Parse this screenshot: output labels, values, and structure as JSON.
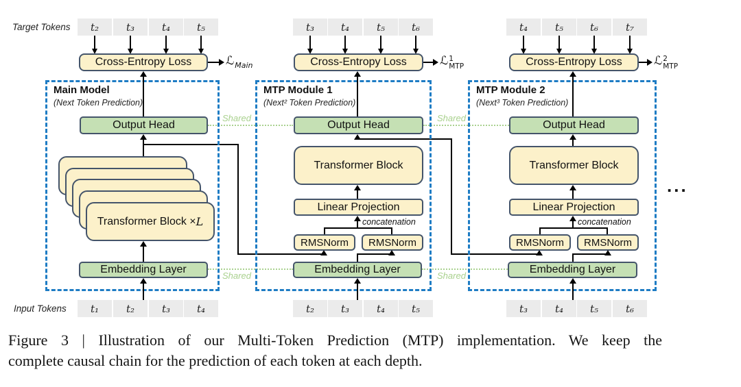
{
  "labels": {
    "target_tokens": "Target Tokens",
    "input_tokens": "Input Tokens",
    "shared": "Shared",
    "concatenation": "concatenation",
    "ellipsis": "..."
  },
  "colors": {
    "block_yellow": "#FCF1CA",
    "block_green": "#C5E0B4",
    "block_border": "#44546A",
    "token_gray": "#EBEBEB",
    "dashed_blue": "#1E7CC4",
    "shared_green": "#A9D18E",
    "line_black": "#000000"
  },
  "modules": [
    {
      "title": "Main Model",
      "subtitle": "(Next Token Prediction)",
      "target_tokens": [
        "t₂",
        "t₃",
        "t₄",
        "t₅"
      ],
      "input_tokens": [
        "t₁",
        "t₂",
        "t₃",
        "t₄"
      ],
      "cross_entropy_label": "Cross-Entropy Loss",
      "loss": {
        "symbol": "ℒ",
        "sub": "Main"
      },
      "output_head_label": "Output Head",
      "stack_label": "Transformer Block × ",
      "stack_label_var": "L",
      "embedding_label": "Embedding Layer"
    },
    {
      "title": "MTP Module 1",
      "subtitle": "(Next² Token Prediction)",
      "target_tokens": [
        "t₃",
        "t₄",
        "t₅",
        "t₆"
      ],
      "input_tokens": [
        "t₂",
        "t₃",
        "t₄",
        "t₅"
      ],
      "cross_entropy_label": "Cross-Entropy Loss",
      "loss": {
        "symbol": "ℒ",
        "sup": "1",
        "sub": "MTP"
      },
      "output_head_label": "Output Head",
      "transformer_label": "Transformer Block",
      "linear_projection_label": "Linear Projection",
      "rmsnorm_left_label": "RMSNorm",
      "rmsnorm_right_label": "RMSNorm",
      "embedding_label": "Embedding Layer"
    },
    {
      "title": "MTP Module 2",
      "subtitle": "(Next³ Token Prediction)",
      "target_tokens": [
        "t₄",
        "t₅",
        "t₆",
        "t₇"
      ],
      "input_tokens": [
        "t₃",
        "t₄",
        "t₅",
        "t₆"
      ],
      "cross_entropy_label": "Cross-Entropy Loss",
      "loss": {
        "symbol": "ℒ",
        "sup": "2",
        "sub": "MTP"
      },
      "output_head_label": "Output Head",
      "transformer_label": "Transformer Block",
      "linear_projection_label": "Linear Projection",
      "rmsnorm_left_label": "RMSNorm",
      "rmsnorm_right_label": "RMSNorm",
      "embedding_label": "Embedding Layer"
    }
  ],
  "caption": {
    "line1": "Figure 3 | Illustration of our Multi-Token Prediction (MTP) implementation. We keep the",
    "line2": "complete causal chain for the prediction of each token at each depth."
  }
}
